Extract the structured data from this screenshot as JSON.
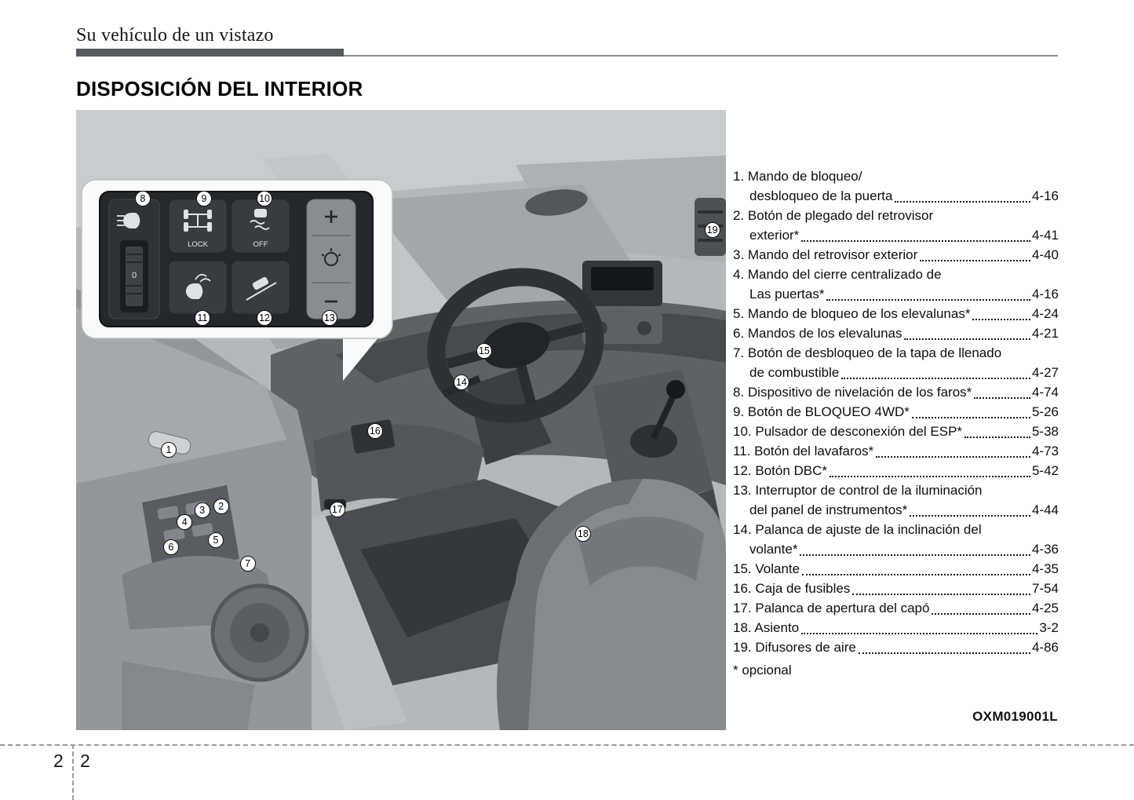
{
  "page": {
    "header": "Su vehículo de un vistazo",
    "section_title": "DISPOSICIÓN DEL INTERIOR",
    "figure_code": "OXM019001L",
    "footer": {
      "chapter": "2",
      "page": "2"
    }
  },
  "figure": {
    "inset": {
      "lock_label": "LOCK",
      "off_label": "OFF",
      "dial_zero": "0"
    },
    "markers": [
      {
        "label": "1",
        "x": 14.25,
        "y": 54.8
      },
      {
        "label": "2",
        "x": 22.3,
        "y": 63.9
      },
      {
        "label": "3",
        "x": 19.4,
        "y": 64.6
      },
      {
        "label": "4",
        "x": 16.7,
        "y": 66.5
      },
      {
        "label": "5",
        "x": 21.5,
        "y": 69.4
      },
      {
        "label": "6",
        "x": 14.6,
        "y": 70.5
      },
      {
        "label": "7",
        "x": 26.4,
        "y": 73.2
      },
      {
        "label": "14",
        "x": 59.3,
        "y": 43.9
      },
      {
        "label": "15",
        "x": 62.8,
        "y": 38.9
      },
      {
        "label": "16",
        "x": 46.0,
        "y": 51.8
      },
      {
        "label": "17",
        "x": 40.2,
        "y": 64.4
      },
      {
        "label": "18",
        "x": 78.0,
        "y": 68.4
      },
      {
        "label": "19",
        "x": 97.9,
        "y": 19.4
      }
    ],
    "inset_markers": [
      {
        "label": "8",
        "x": 19.8,
        "y": 12.3
      },
      {
        "label": "9",
        "x": 39.4,
        "y": 12.3
      },
      {
        "label": "10",
        "x": 58.8,
        "y": 12.3
      },
      {
        "label": "11",
        "x": 38.9,
        "y": 86.8
      },
      {
        "label": "12",
        "x": 58.8,
        "y": 86.8
      },
      {
        "label": "13",
        "x": 79.6,
        "y": 86.8
      }
    ]
  },
  "legend": {
    "items": [
      {
        "lines": [
          "1. Mando de bloqueo/",
          "desbloqueo de la puerta"
        ],
        "page": "4-16"
      },
      {
        "lines": [
          "2. Botón de plegado del retrovisor",
          "exterior*"
        ],
        "page": "4-41"
      },
      {
        "lines": [
          "3. Mando del retrovisor exterior"
        ],
        "page": "4-40"
      },
      {
        "lines": [
          "4. Mando del cierre centralizado de",
          "Las puertas*"
        ],
        "page": "4-16"
      },
      {
        "lines": [
          "5. Mando de bloqueo de los elevalunas*"
        ],
        "page": "4-24"
      },
      {
        "lines": [
          "6. Mandos de los elevalunas"
        ],
        "page": "4-21"
      },
      {
        "lines": [
          "7. Botón de desbloqueo de la tapa de llenado",
          "de combustible"
        ],
        "page": "4-27"
      },
      {
        "lines": [
          "8. Dispositivo de nivelación de los faros*"
        ],
        "page": "4-74"
      },
      {
        "lines": [
          "9. Botón de BLOQUEO 4WD*"
        ],
        "page": "5-26"
      },
      {
        "lines": [
          "10. Pulsador de desconexión del ESP*"
        ],
        "page": "5-38"
      },
      {
        "lines": [
          "11. Botón del lavafaros*"
        ],
        "page": "4-73"
      },
      {
        "lines": [
          "12. Botón DBC*"
        ],
        "page": "5-42"
      },
      {
        "lines": [
          "13. Interruptor de control de la iluminación",
          "del panel de instrumentos*"
        ],
        "page": "4-44"
      },
      {
        "lines": [
          "14. Palanca de ajuste de la inclinación del",
          "volante*"
        ],
        "page": "4-36"
      },
      {
        "lines": [
          "15. Volante"
        ],
        "page": "4-35"
      },
      {
        "lines": [
          "16. Caja de fusibles"
        ],
        "page": "7-54"
      },
      {
        "lines": [
          "17. Palanca de apertura del capó"
        ],
        "page": "4-25"
      },
      {
        "lines": [
          "18. Asiento"
        ],
        "page": "3-2"
      },
      {
        "lines": [
          "19. Difusores de aire"
        ],
        "page": "4-86"
      }
    ],
    "footnote": "* opcional"
  }
}
